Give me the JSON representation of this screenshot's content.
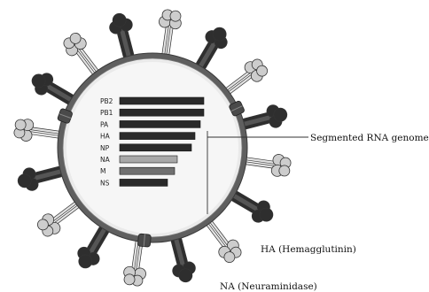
{
  "diagram": {
    "segments": [
      {
        "label": "PB2",
        "length": 1.0,
        "color": "#2a2a2a"
      },
      {
        "label": "PB1",
        "length": 1.0,
        "color": "#2a2a2a"
      },
      {
        "label": "PA",
        "length": 0.96,
        "color": "#2a2a2a"
      },
      {
        "label": "HA",
        "length": 0.89,
        "color": "#2a2a2a"
      },
      {
        "label": "NP",
        "length": 0.85,
        "color": "#2a2a2a"
      },
      {
        "label": "NA",
        "length": 0.68,
        "color": "#a8a8a8"
      },
      {
        "label": "M",
        "length": 0.65,
        "color": "#707070"
      },
      {
        "label": "NS",
        "length": 0.57,
        "color": "#2a2a2a"
      }
    ],
    "callouts": {
      "genome": "Segmented RNA genome",
      "ha": "HA (Hemagglutinin)",
      "na": "NA (Neuraminidase)"
    },
    "colors": {
      "envelope_outer": "#5f5f5f",
      "envelope_inner": "#eaeaea",
      "interior": "#f6f6f6",
      "spike_dark": "#2e2e2e",
      "spike_light": "#cdcdcd",
      "protein_channel": "#4a4a4a"
    }
  }
}
